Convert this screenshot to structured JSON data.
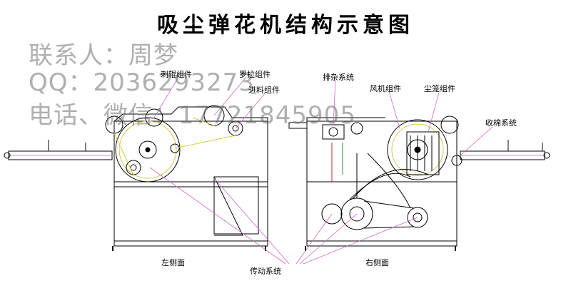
{
  "title": "吸尘弹花机结构示意图",
  "watermark": {
    "contact": "联系人：周梦",
    "qq": "QQ：2036293273",
    "phone": "电话、微信：17721845905"
  },
  "labels": {
    "ci_gun": "刺辊组件",
    "luo_la": "罗拉组件",
    "jin_liao": "进料组件",
    "pai_za": "排杂系统",
    "feng_ji": "风机组件",
    "chen_long": "尘笼组件",
    "shou_mian": "收棉系统",
    "left_side": "左侧面",
    "right_side": "右侧面",
    "chuan_dong": "传动系统"
  },
  "colors": {
    "line": "#000000",
    "leader": "#cc66cc",
    "accent_yellow": "#d8c84a",
    "accent_red": "#cc2222",
    "accent_green": "#2e8b57"
  }
}
